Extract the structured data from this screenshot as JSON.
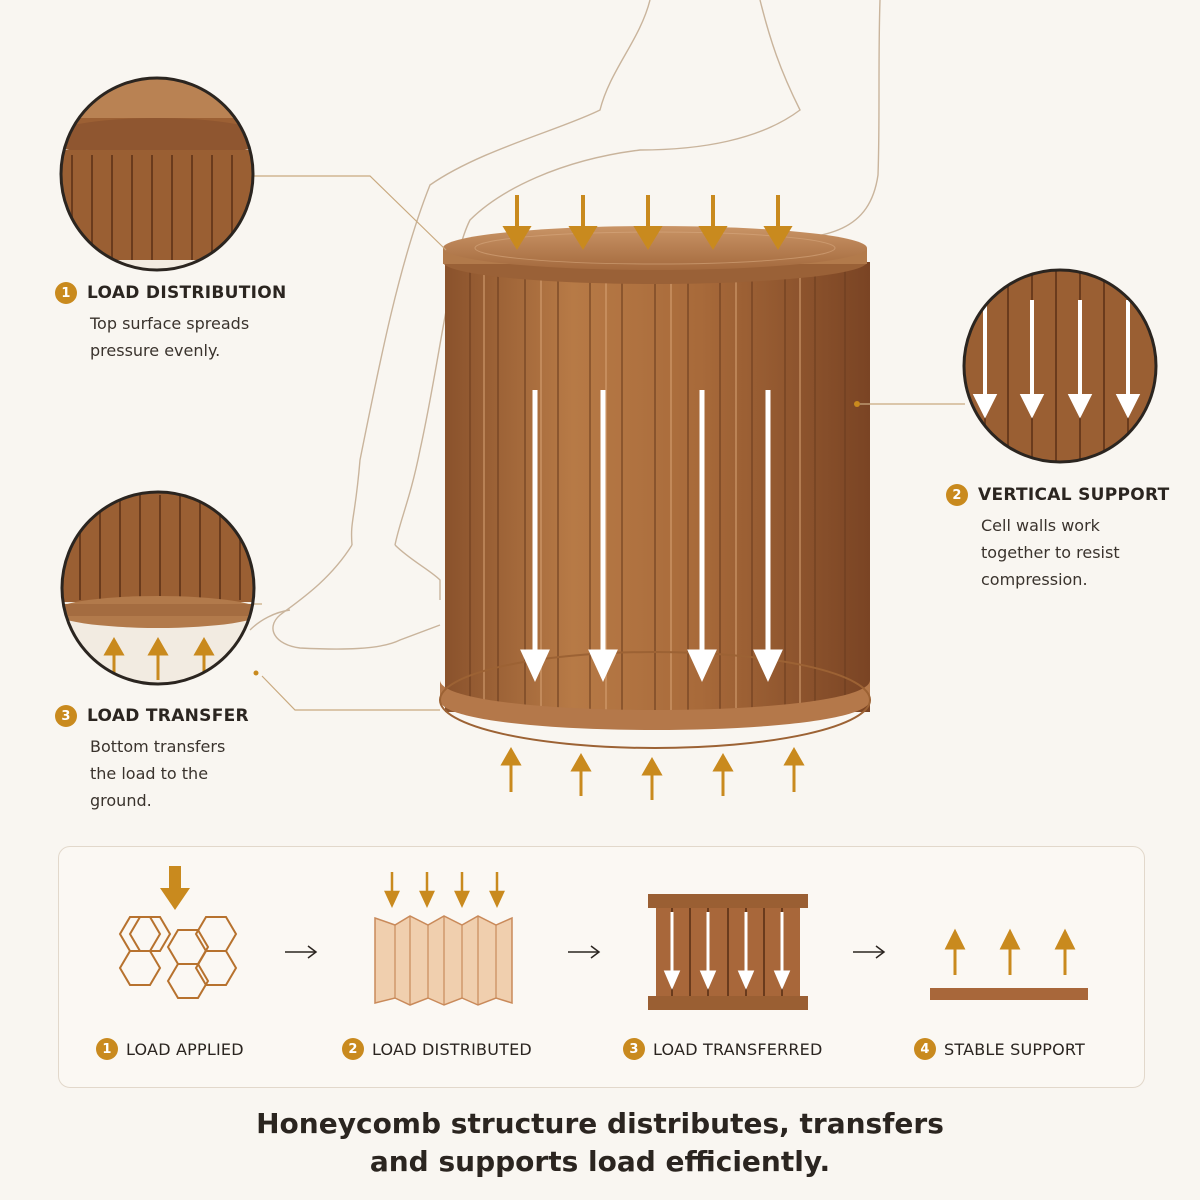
{
  "callouts": [
    {
      "num": "1",
      "title": "LOAD DISTRIBUTION",
      "line1": "Top surface spreads",
      "line2": "pressure evenly."
    },
    {
      "num": "2",
      "title": "VERTICAL SUPPORT",
      "line1": "Cell walls work",
      "line2": "together to resist",
      "line3": "compression."
    },
    {
      "num": "3",
      "title": "LOAD TRANSFER",
      "line1": "Bottom transfers",
      "line2": "the load to the",
      "line3": "ground."
    }
  ],
  "steps": [
    {
      "num": "1",
      "label": "LOAD APPLIED"
    },
    {
      "num": "2",
      "label": "LOAD DISTRIBUTED"
    },
    {
      "num": "3",
      "label": "LOAD TRANSFERRED"
    },
    {
      "num": "4",
      "label": "STABLE SUPPORT"
    }
  ],
  "caption": {
    "line1": "Honeycomb structure distributes, transfers",
    "line2": "and supports load efficiently."
  },
  "colors": {
    "accent": "#c98a1e",
    "kraft": "#a8673a",
    "kraft_dark": "#7e4a27",
    "background": "#f9f6f1"
  }
}
